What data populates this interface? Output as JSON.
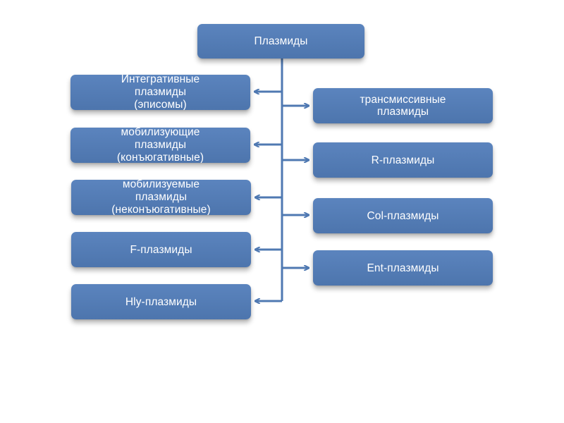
{
  "diagram": {
    "root": "Плазмиды",
    "left": [
      "Интегративные\nплазмиды\n(эписомы)",
      "мобилизующие\nплазмиды\n(конъюгативные)",
      "мобилизуемые\nплазмиды\n(неконъюгативные)",
      "F-плазмиды",
      "Hly-плазмиды"
    ],
    "right": [
      "трансмиссивные\nплазмиды",
      "R-плазмиды",
      "Col-плазмиды",
      "Ent-плазмиды"
    ],
    "colors": {
      "box": "#4f79b2",
      "line": "#4f79b2",
      "text": "#ffffff"
    }
  }
}
